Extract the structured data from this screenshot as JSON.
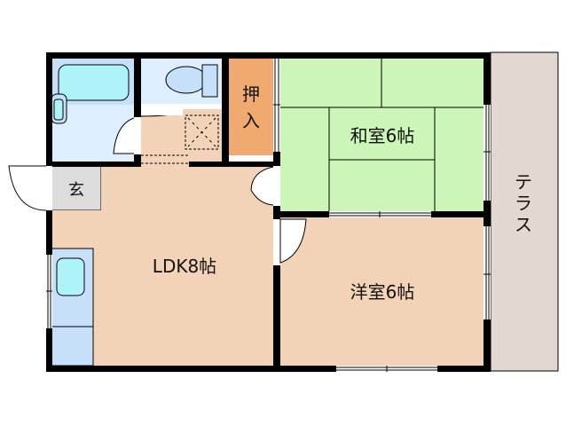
{
  "floorplan": {
    "rooms": {
      "washitsu": {
        "label": "和室6帖",
        "type": "japanese-room",
        "size_jo": 6
      },
      "yoshitsu": {
        "label": "洋室6帖",
        "type": "western-room",
        "size_jo": 6
      },
      "ldk": {
        "label": "LDK8帖",
        "type": "living-dining-kitchen",
        "size_jo": 8
      },
      "oshiire": {
        "label_line1": "押",
        "label_line2": "入",
        "type": "closet"
      },
      "genkan": {
        "label": "玄",
        "type": "entrance"
      },
      "terrace": {
        "label_chars": [
          "テ",
          "ラ",
          "ス"
        ],
        "type": "terrace"
      },
      "bath": {
        "type": "bathroom"
      },
      "toilet": {
        "type": "toilet"
      },
      "washroom": {
        "type": "washroom"
      }
    },
    "colors": {
      "wall": "#000000",
      "washitsu_fill": "#ccf5b8",
      "wood_floor_fill": "#f2d3b8",
      "oshiire_fill": "#f0a96e",
      "genkan_fill": "#dcdcdc",
      "terrace_fill": "#e2d8cf",
      "wet_area_fill": "#c7e0fa",
      "fixture_fill": "#aef2fa",
      "toilet_fill": "#ddefff"
    }
  }
}
